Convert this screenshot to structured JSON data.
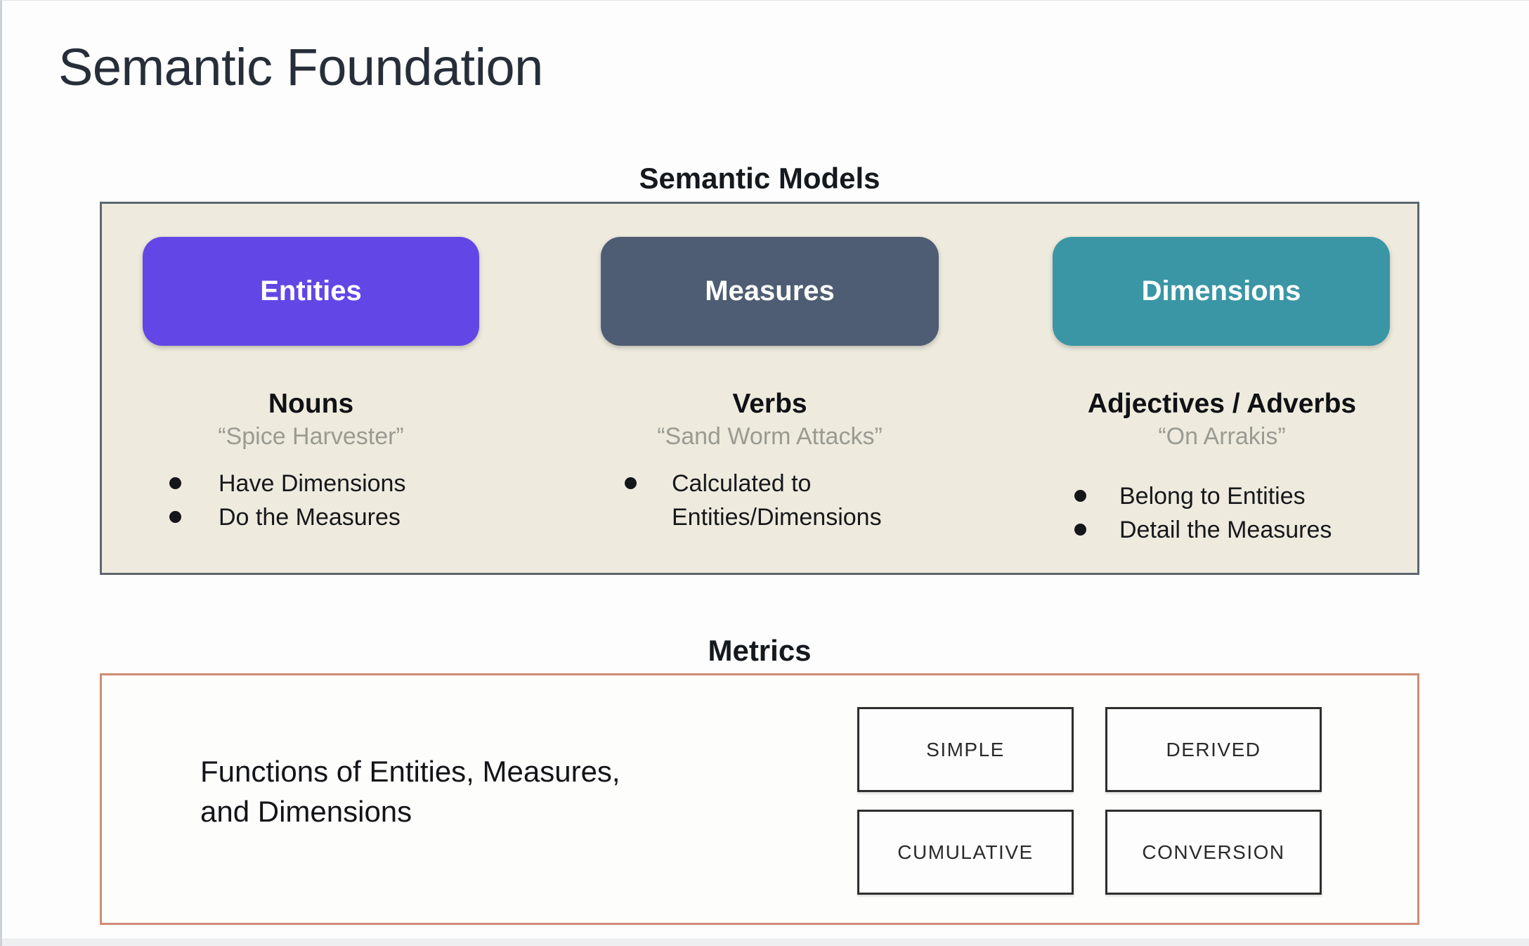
{
  "slide": {
    "title": "Semantic Foundation"
  },
  "semantic_models": {
    "heading": "Semantic Models",
    "panel_background": "#eeebde",
    "panel_border_color": "#5d6670",
    "columns": [
      {
        "label": "Entities",
        "color": "#6247e6",
        "part_of_speech": "Nouns",
        "example": "“Spice Harvester”",
        "bullets": [
          "Have Dimensions",
          "Do the Measures"
        ]
      },
      {
        "label": "Measures",
        "color": "#4e5d73",
        "part_of_speech": "Verbs",
        "example": "“Sand Worm Attacks”",
        "bullets": [
          "Calculated to Entities/Dimensions"
        ]
      },
      {
        "label": "Dimensions",
        "color": "#3a96a4",
        "part_of_speech": "Adjectives / Adverbs",
        "example": "“On Arrakis”",
        "bullets": [
          "Belong to Entities",
          "Detail the Measures"
        ]
      }
    ]
  },
  "metrics": {
    "heading": "Metrics",
    "border_color": "#d08b76",
    "description": "Functions of Entities, Measures,\nand Dimensions",
    "types": [
      "SIMPLE",
      "DERIVED",
      "CUMULATIVE",
      "CONVERSION"
    ]
  }
}
